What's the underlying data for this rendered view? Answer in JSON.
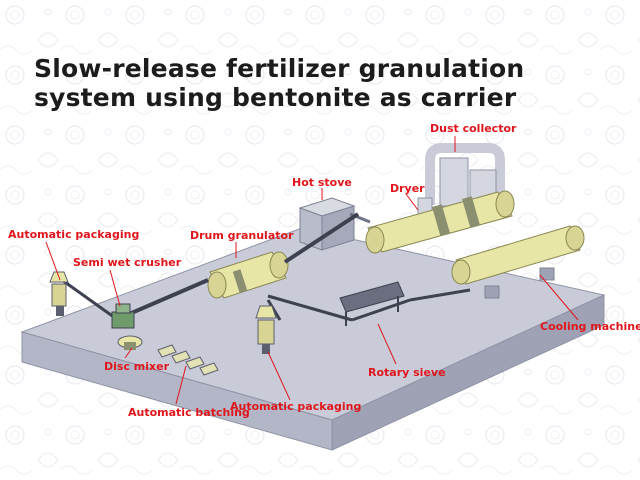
{
  "title": {
    "line1": "Slow-release fertilizer granulation",
    "line2": "system using bentonite as carrier"
  },
  "labels": {
    "dust_collector": "Dust collector",
    "hot_stove": "Hot stove",
    "dryer": "Dryer",
    "automatic_packaging_left": "Automatic packaging",
    "drum_granulator": "Drum granulator",
    "semi_wet_crusher": "Semi wet crusher",
    "cooling_machine": "Cooling machine",
    "disc_mixer": "Disc mixer",
    "rotary_sieve": "Rotary sieve",
    "automatic_packaging_bottom": "Automatic packaging",
    "automatic_batching": "Automatic batching"
  },
  "colors": {
    "label": "#e0161c",
    "leader": "#e0161c",
    "title": "#1c1c1c",
    "machine": "#e8e6a6",
    "platform_top": "#c9ccd8",
    "platform_side": "#a7abbb"
  }
}
